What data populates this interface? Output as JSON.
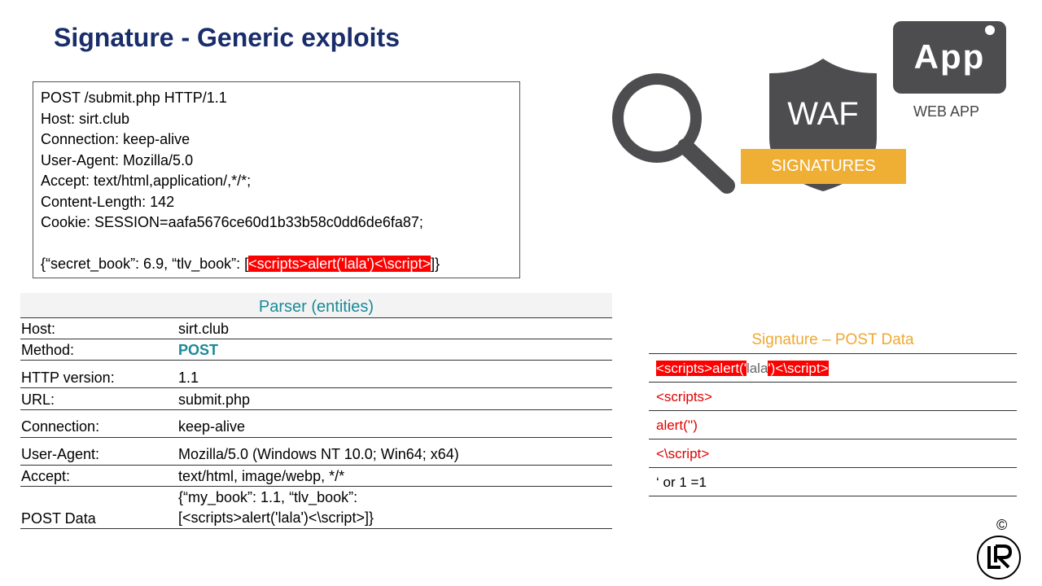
{
  "title": "Signature - Generic exploits",
  "http_request": {
    "lines": [
      "POST /submit.php  HTTP/1.1",
      "Host: sirt.club",
      "Connection:  keep-alive",
      "User-Agent:  Mozilla/5.0",
      "Accept:  text/html,application/,*/*;",
      "Content-Length:  142",
      "Cookie: SESSION=aafa5676ce60d1b33b58c0dd6de6fa87;"
    ],
    "body_prefix": "{“secret_book”: 6.9, “tlv_book”: [",
    "body_highlight": "<scripts>alert('lala')<\\script>",
    "body_suffix": "]}"
  },
  "graphic": {
    "waf_label": "WAF",
    "signatures_label": "SIGNATURES",
    "app_label": "App",
    "web_app_label": "WEB APP"
  },
  "parser": {
    "header": "Parser (entities)",
    "rows": [
      {
        "key": "Host:",
        "value": "sirt.club"
      },
      {
        "key": "Method:",
        "value": "POST"
      },
      {
        "key": "HTTP version:",
        "value": "1.1"
      },
      {
        "key": "URL:",
        "value": "submit.php"
      },
      {
        "key": "Connection:",
        "value": "keep-alive"
      },
      {
        "key": "User-Agent:",
        "value": "Mozilla/5.0 (Windows NT 10.0; Win64; x64)"
      },
      {
        "key": "Accept:",
        "value": "text/html, image/webp, */*"
      },
      {
        "key": "POST Data",
        "value_line1": "{“my_book”: 1.1, “tlv_book”:",
        "value_line2": "[<scripts>alert('lala')<\\script>]}"
      }
    ]
  },
  "signature": {
    "header": "Signature – POST Data",
    "row1_a": "<scripts>alert('",
    "row1_b": "lala",
    "row1_c": "')<\\script>",
    "rows": [
      "<scripts>",
      "alert('')",
      "<\\script>",
      "‘ or 1 =1"
    ]
  },
  "footer": {
    "copyright": "©"
  },
  "colors": {
    "title": "#1a2d6b",
    "teal": "#1a8a97",
    "gold": "#f0a830",
    "highlight_red": "#ff0000",
    "icon_grey": "#4d4d4f"
  }
}
